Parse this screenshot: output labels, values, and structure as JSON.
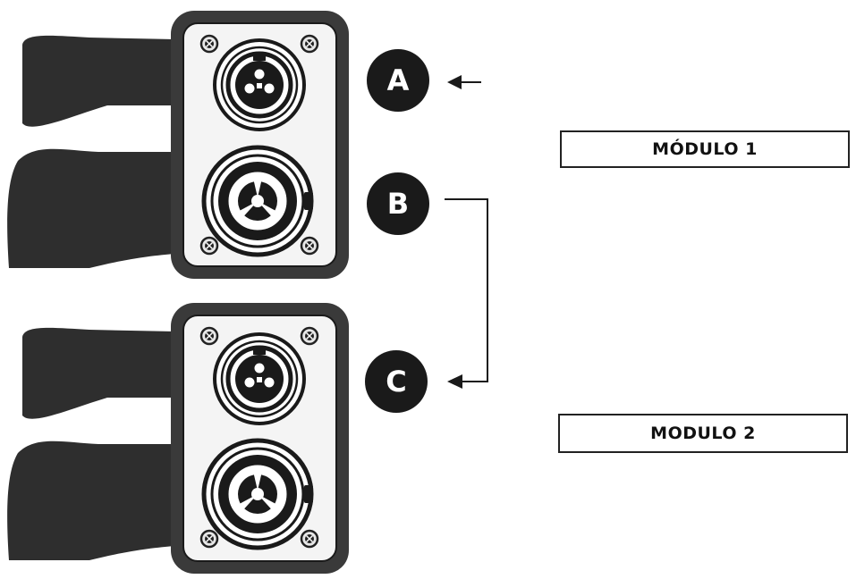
{
  "badges": {
    "a": "A",
    "b": "B",
    "c": "C"
  },
  "labels": {
    "module_1": "MÓDULO 1",
    "module_2": "MODULO 2"
  },
  "colors": {
    "ink": "#1a1a1a",
    "panel_frame": "#3a3a3a",
    "panel_face": "#f4f4f4",
    "cable": "#333333",
    "background": "#ffffff"
  },
  "icons": [
    "connector-icon",
    "screw-icon",
    "arrow-left-icon"
  ]
}
